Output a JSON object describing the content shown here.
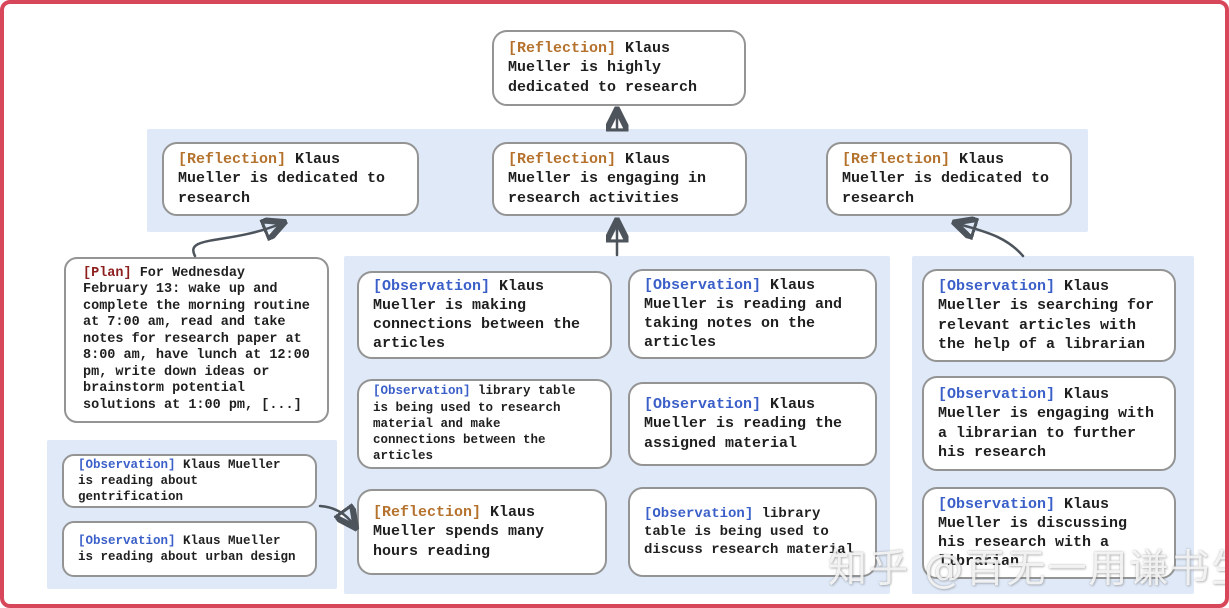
{
  "palette": {
    "frame_border": "#d8465a",
    "panel_blue": "#dfe9f8",
    "node_border": "#949494",
    "reflection_tag": "#b5722d",
    "observation_tag": "#3a5fc8",
    "plan_tag": "#8e1f1f",
    "body_text": "#1f1f1f",
    "arrow": "#4d545c"
  },
  "watermark": {
    "text": "知乎 @百无一用谦书生"
  },
  "nodes": {
    "root": {
      "tag": "[Reflection]",
      "text": "Klaus Mueller is highly dedicated to research"
    },
    "row2_left": {
      "tag": "[Reflection]",
      "text": "Klaus Mueller is dedicated to research"
    },
    "row2_mid": {
      "tag": "[Reflection]",
      "text": "Klaus Mueller is engaging in research activities"
    },
    "row2_right": {
      "tag": "[Reflection]",
      "text": "Klaus Mueller is dedicated to research"
    },
    "plan": {
      "tag": "[Plan]",
      "text": "For Wednesday February 13: wake up and complete the morning routine at 7:00 am, read and take notes for research paper at 8:00 am, have lunch at 12:00 pm, write down ideas or brainstorm potential solutions at 1:00 pm, [...]"
    },
    "obs_gentrification": {
      "tag": "[Observation]",
      "text": "Klaus Mueller is reading about gentrification"
    },
    "obs_urban_design": {
      "tag": "[Observation]",
      "text": "Klaus Mueller is reading about urban design"
    },
    "obs_connections": {
      "tag": "[Observation]",
      "text": "Klaus Mueller is making connections between the articles"
    },
    "obs_library_research": {
      "tag": "[Observation]",
      "text": "library table is being used to research material and make connections between the articles"
    },
    "refl_hours": {
      "tag": "[Reflection]",
      "text": "Klaus Mueller spends many hours reading"
    },
    "obs_taking_notes": {
      "tag": "[Observation]",
      "text": "Klaus Mueller is reading and taking notes on the articles"
    },
    "obs_assigned": {
      "tag": "[Observation]",
      "text": "Klaus Mueller is reading the assigned material"
    },
    "obs_library_discuss": {
      "tag": "[Observation]",
      "text": "library table is being used to discuss research material"
    },
    "obs_searching": {
      "tag": "[Observation]",
      "text": "Klaus Mueller is searching for relevant articles with the help of a librarian"
    },
    "obs_engaging": {
      "tag": "[Observation]",
      "text": "Klaus Mueller is engaging with a librarian to further his research"
    },
    "obs_discussing": {
      "tag": "[Observation]",
      "text": "Klaus Mueller is discussing his research with a librarian"
    }
  }
}
